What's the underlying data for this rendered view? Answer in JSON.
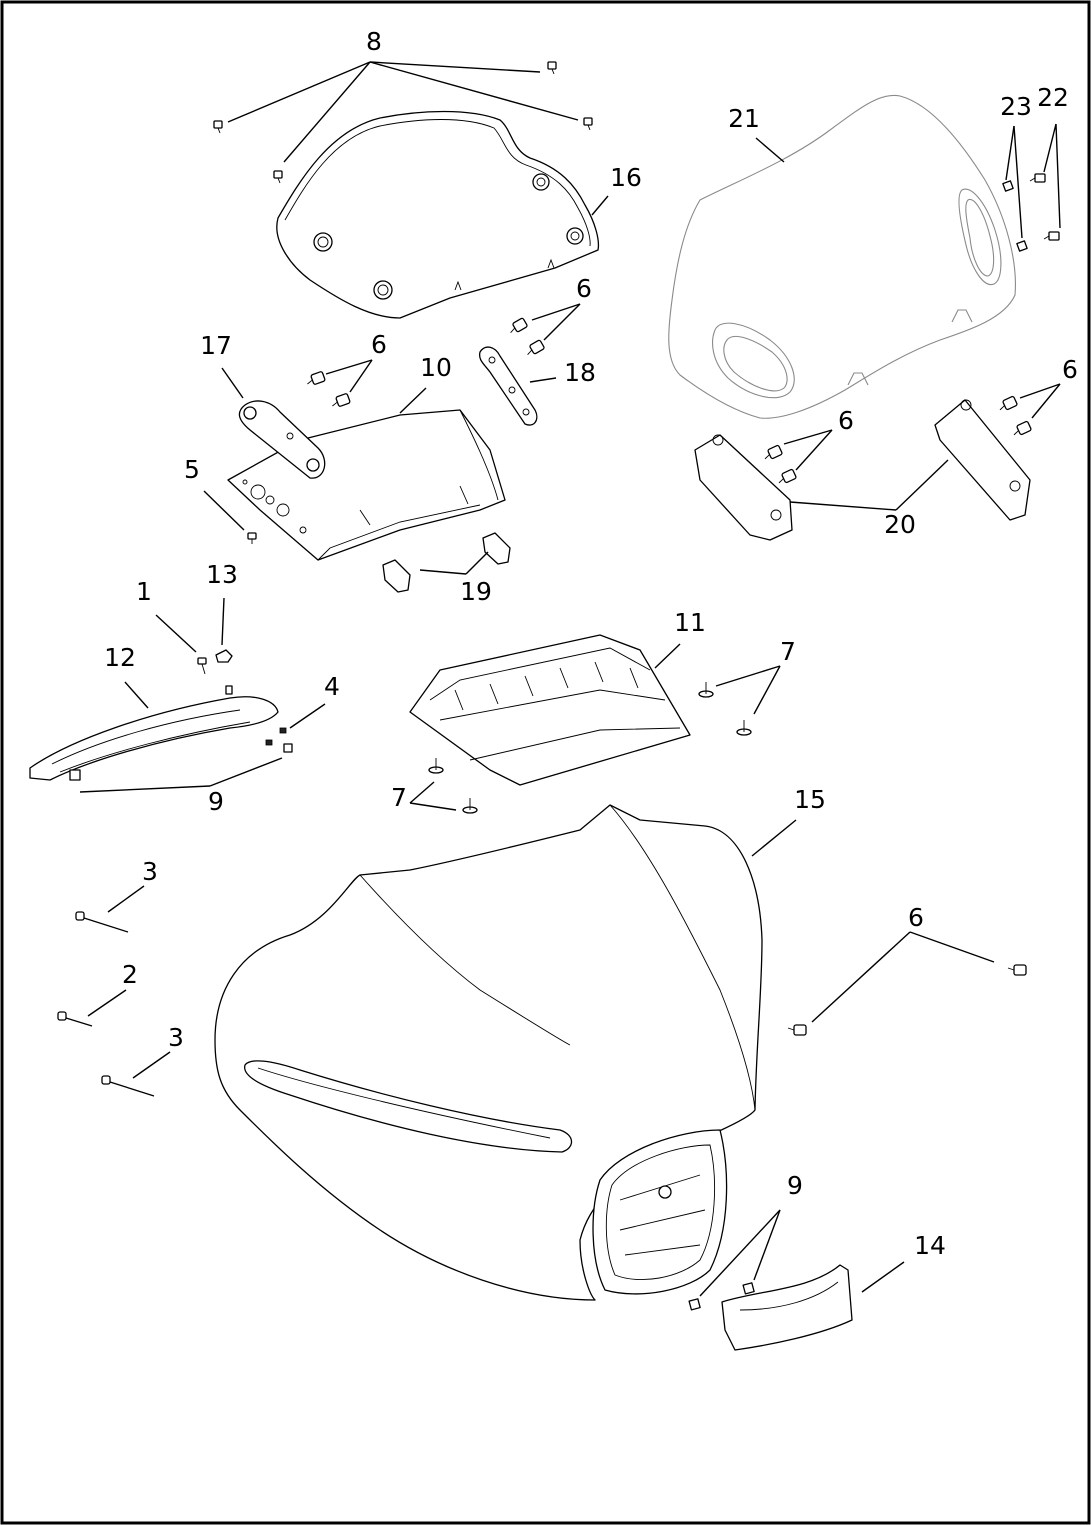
{
  "callouts": [
    {
      "id": "c8",
      "label": "8"
    },
    {
      "id": "c16",
      "label": "16"
    },
    {
      "id": "c21",
      "label": "21"
    },
    {
      "id": "c23",
      "label": "23"
    },
    {
      "id": "c22",
      "label": "22"
    },
    {
      "id": "c6a",
      "label": "6"
    },
    {
      "id": "c17",
      "label": "17"
    },
    {
      "id": "c6b",
      "label": "6"
    },
    {
      "id": "c10",
      "label": "10"
    },
    {
      "id": "c18",
      "label": "18"
    },
    {
      "id": "c5",
      "label": "5"
    },
    {
      "id": "c6c",
      "label": "6"
    },
    {
      "id": "c6d",
      "label": "6"
    },
    {
      "id": "c20",
      "label": "20"
    },
    {
      "id": "c19",
      "label": "19"
    },
    {
      "id": "c13",
      "label": "13"
    },
    {
      "id": "c1",
      "label": "1"
    },
    {
      "id": "c11",
      "label": "11"
    },
    {
      "id": "c7a",
      "label": "7"
    },
    {
      "id": "c12",
      "label": "12"
    },
    {
      "id": "c4",
      "label": "4"
    },
    {
      "id": "c9a",
      "label": "9"
    },
    {
      "id": "c7b",
      "label": "7"
    },
    {
      "id": "c15",
      "label": "15"
    },
    {
      "id": "c3a",
      "label": "3"
    },
    {
      "id": "c6e",
      "label": "6"
    },
    {
      "id": "c2",
      "label": "2"
    },
    {
      "id": "c3b",
      "label": "3"
    },
    {
      "id": "c9b",
      "label": "9"
    },
    {
      "id": "c14",
      "label": "14"
    }
  ]
}
